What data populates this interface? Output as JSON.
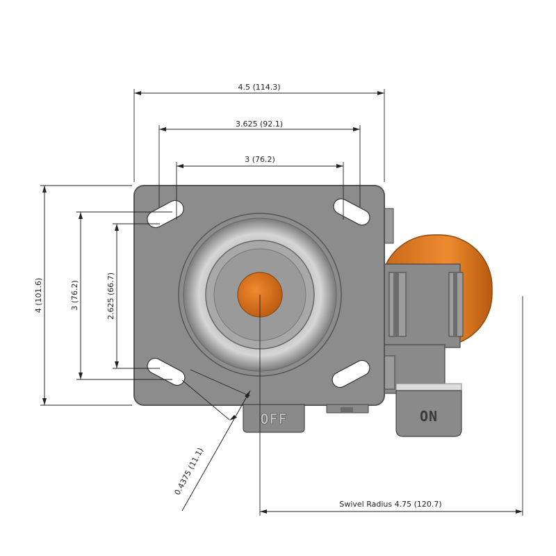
{
  "dimensions": {
    "overall_width": "4.5 (114.3)",
    "slot_spacing_outer": "3.625 (92.1)",
    "bolt_spacing_width": "3 (76.2)",
    "overall_height": "4 (101.6)",
    "bolt_spacing_height": "3 (76.2)",
    "slot_spacing_inner": "2.625 (66.7)",
    "slot_width": "0.4375 (11.1)",
    "swivel_radius": "Swivel Radius 4.75 (120.7)"
  },
  "brake_pedals": {
    "off_label": "OFF",
    "on_label": "ON"
  },
  "colors": {
    "plate": "#8c8c8c",
    "plate_edge": "#555555",
    "orange": "#e6781e",
    "orange_dark": "#b85a10",
    "line": "#222222"
  }
}
